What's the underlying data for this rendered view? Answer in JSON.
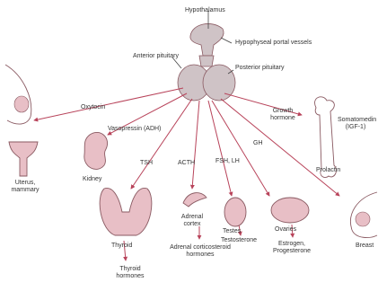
{
  "colors": {
    "arrow": "#b8435a",
    "leader": "#444444",
    "organ_fill": "#e8bfc6",
    "organ_stroke": "#8a5a62",
    "gland_fill": "#cfc3c6"
  },
  "labels": {
    "hypothalamus": "Hypothalamus",
    "hypophyseal_portal": "Hypophyseal portal vessels",
    "posterior_pituitary": "Posterior pituitary",
    "anterior_pituitary": "Anterior pituitary",
    "oxytocin": "Oxytocin",
    "vasopressin": "Vasopressin (ADH)",
    "uterus_mammary": "Uterus, mammary",
    "kidney": "Kidney",
    "tsh": "TSH",
    "acth": "ACTH",
    "fsh_lh": "FSH, LH",
    "gh": "GH",
    "growth_hormone": "Growth hormone",
    "somatomedin": "Somatomedin (IGF-1)",
    "prolactin": "Prolactin",
    "thyroid": "Thyroid",
    "thyroid_hormones": "Thyroid hormones",
    "adrenal_cortex": "Adrenal cortex",
    "adrenal_hormones": "Adrenal corticosteroid hormones",
    "testes": "Testes",
    "testosterone": "Testosterone",
    "ovaries": "Ovaries",
    "estrogen": "Estrogen, Progesterone",
    "breast": "Breast"
  }
}
